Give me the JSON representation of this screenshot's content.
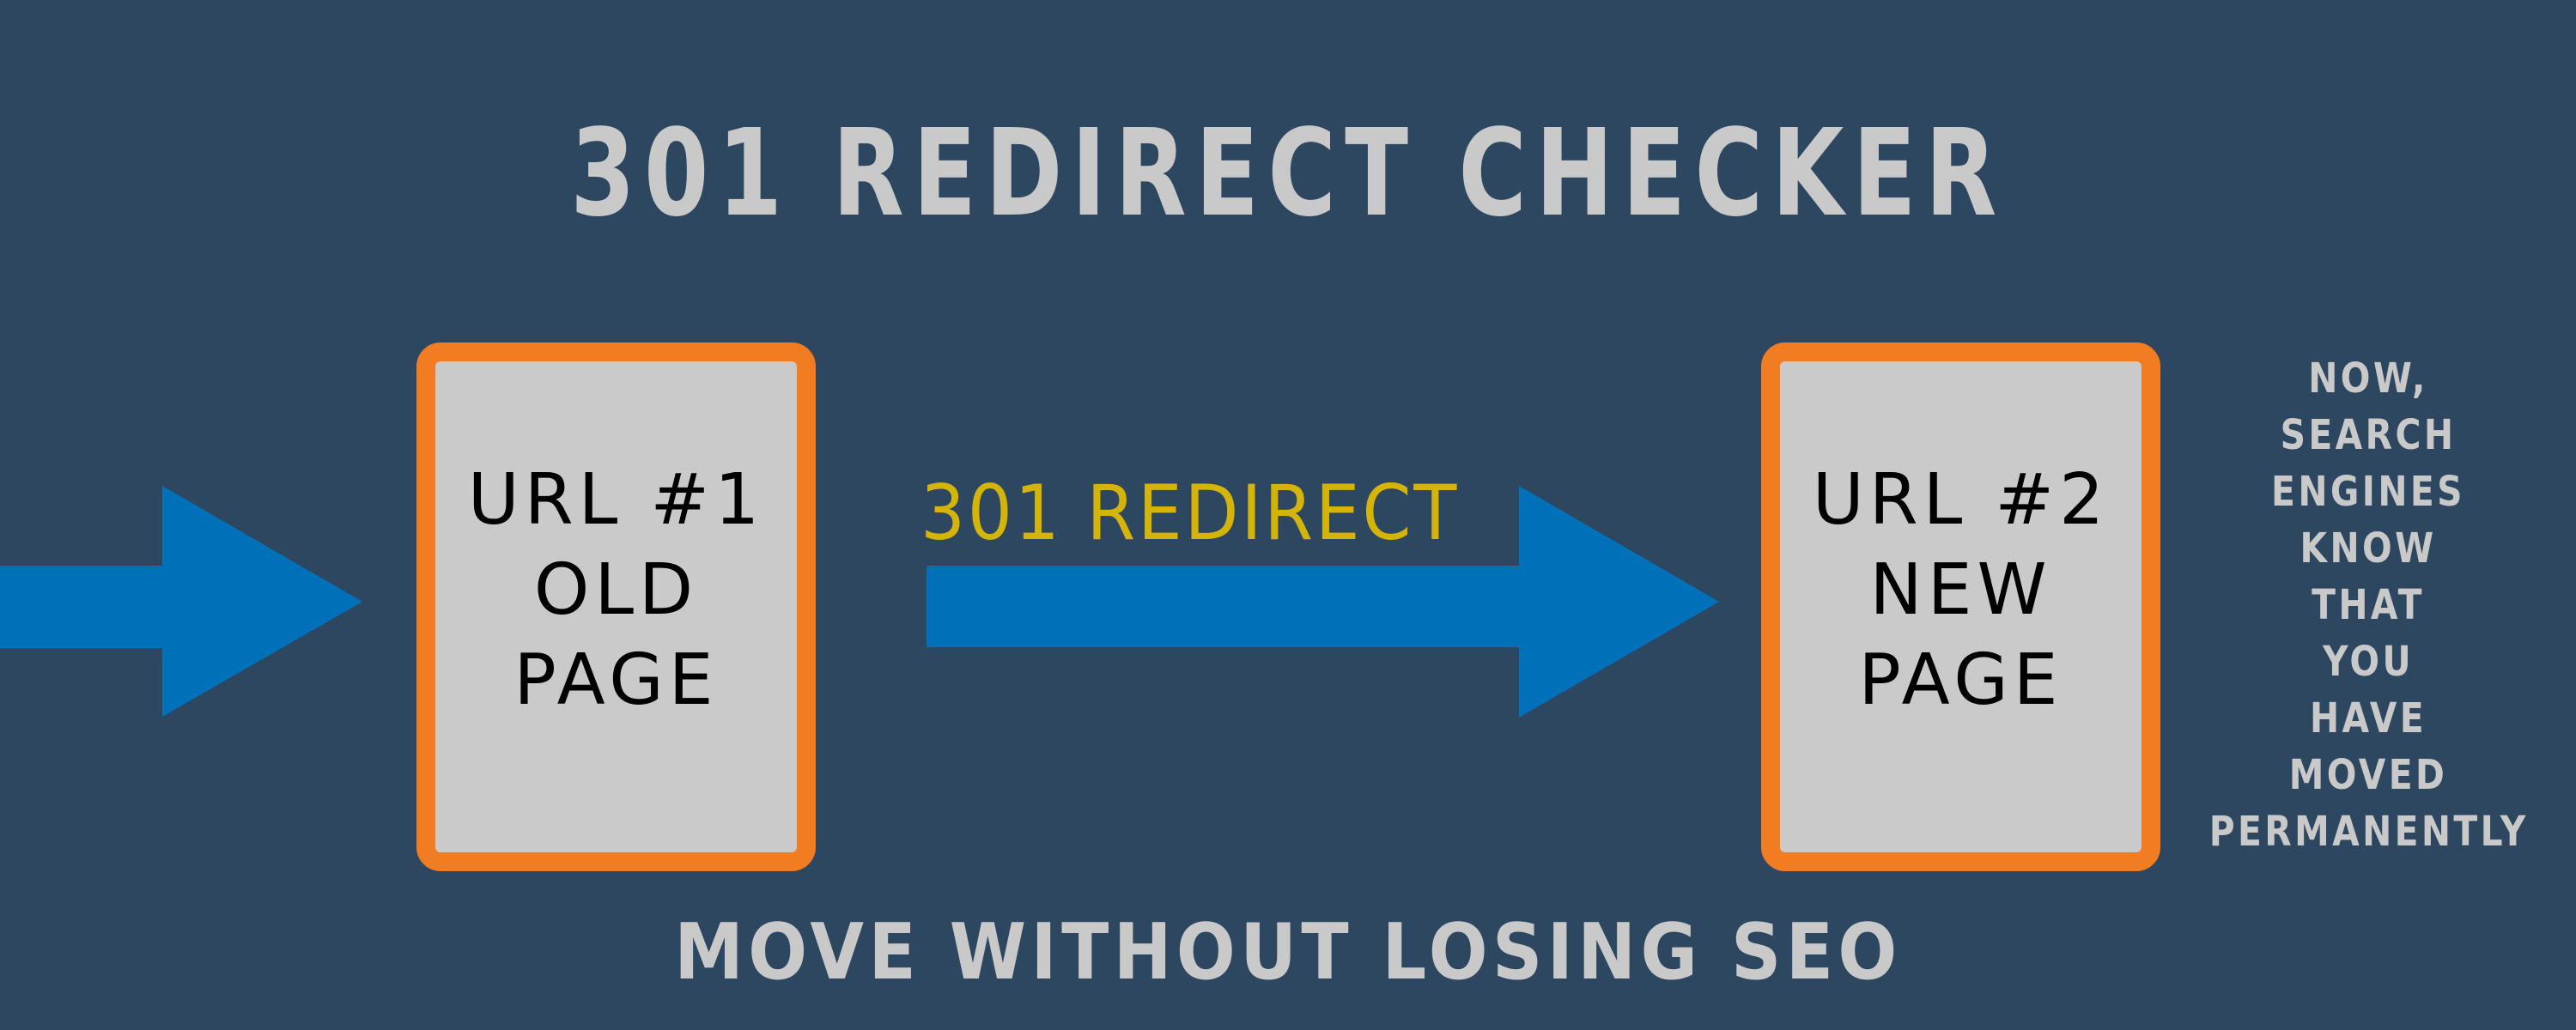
{
  "title": "301 REDIRECT CHECKER",
  "subtitle": "MOVE WITHOUT LOSING SEO",
  "redirect_label": "301 REDIRECT",
  "old_page": {
    "lines": [
      "URL #1",
      "OLD",
      "PAGE"
    ]
  },
  "new_page": {
    "lines": [
      "URL #2",
      "NEW",
      "PAGE"
    ]
  },
  "side_note": {
    "lines": [
      "NOW,",
      "SEARCH",
      "ENGINES",
      "KNOW",
      "THAT",
      "YOU",
      "HAVE",
      "MOVED",
      "PERMANENTLY"
    ]
  },
  "colors": {
    "background": "#2E4760",
    "arrow": "#0070B8",
    "box_border": "#F27C22",
    "box_fill": "#CACACA",
    "label_yellow": "#D4B408",
    "text_light": "#C9C9C9"
  }
}
